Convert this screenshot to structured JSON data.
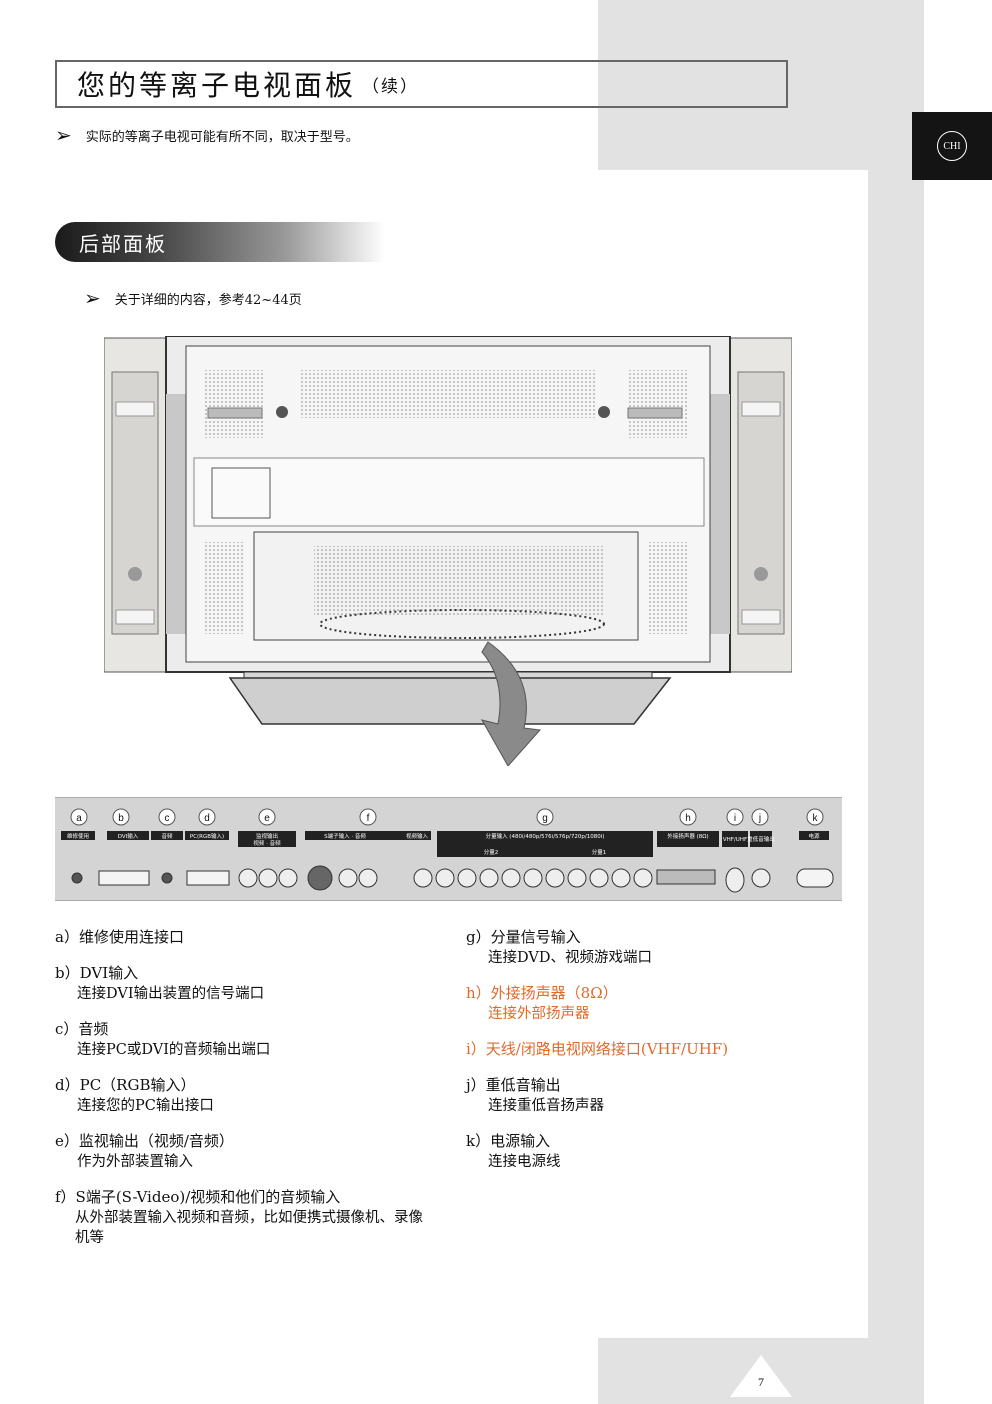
{
  "title": {
    "main": "您的等离子电视面板",
    "sub": "（续）"
  },
  "lang_tab": "CHI",
  "note1": "实际的等离子电视可能有所不同，取决于型号。",
  "section_title": "后部面板",
  "note2": "关于详细的内容，参考42~44页",
  "strip": {
    "letters": [
      "a",
      "b",
      "c",
      "d",
      "e",
      "f",
      "g",
      "h",
      "i",
      "j",
      "k"
    ],
    "labels": {
      "a": "维修使用",
      "b": "DVI输入",
      "c": "音频",
      "d": "PC(RGB输入)",
      "e": "监视输出",
      "e2": "视频 · 音频",
      "f": "S端子输入 · 音频",
      "f2": "视频输入",
      "g": "分量输入 (480i/480p/576i/576p/720p/1080i)",
      "g2": "分量2",
      "g3": "分量1",
      "h": "外接扬声器 (8Ω)",
      "i": "VHF/UHF",
      "j": "重低音输出",
      "k": "电源"
    }
  },
  "items_left": [
    {
      "title": "a）维修使用连接口",
      "desc": ""
    },
    {
      "title": "b）DVI输入",
      "desc": "连接DVI输出装置的信号端口"
    },
    {
      "title": "c）音频",
      "desc": "连接PC或DVI的音频输出端口"
    },
    {
      "title": "d）PC（RGB输入）",
      "desc": "连接您的PC输出接口"
    },
    {
      "title": "e）监视输出（视频/音频）",
      "desc": "作为外部装置输入"
    },
    {
      "title": "f）S端子(S-Video)/视频和他们的音频输入",
      "desc": "从外部装置输入视频和音频，比如便携式摄像机、录像机等"
    }
  ],
  "items_right": [
    {
      "title": "g）分量信号输入",
      "desc": "连接DVD、视频游戏端口"
    },
    {
      "title": "h）外接扬声器（8Ω）",
      "desc": "连接外部扬声器"
    },
    {
      "title": "i）天线/闭路电视网络接口(VHF/UHF)",
      "desc": ""
    },
    {
      "title": "j）重低音输出",
      "desc": "连接重低音扬声器"
    },
    {
      "title": "k）电源输入",
      "desc": "连接电源线"
    }
  ],
  "page_number": "7",
  "colors": {
    "accent": "#e06a2a",
    "tab": "#141414",
    "sidebar": "#e2e2e2"
  }
}
